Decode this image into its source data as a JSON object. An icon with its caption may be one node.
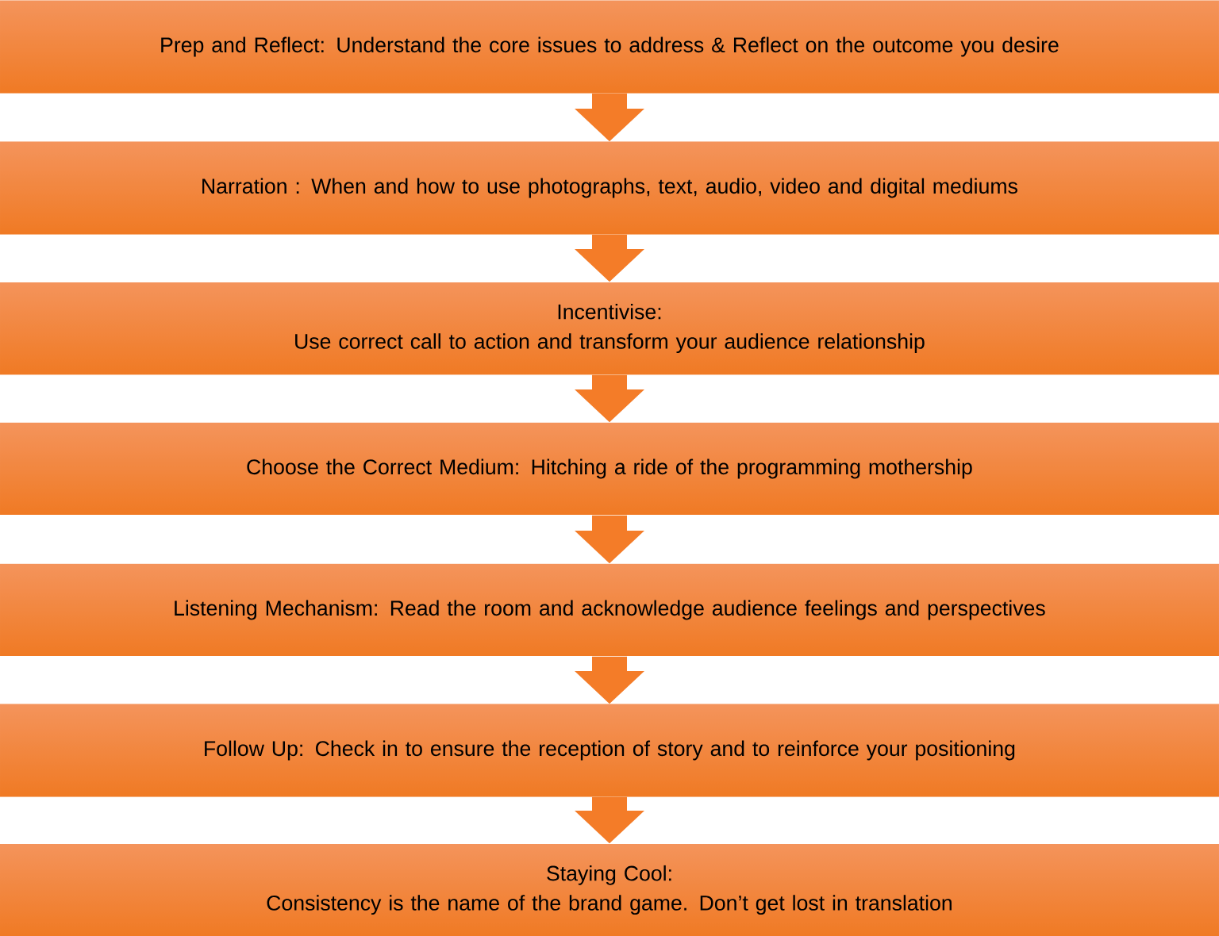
{
  "diagram": {
    "nodes": [
      {
        "text": [
          "Prep and Reflect: Understand the core issues to address &  Reflect on the outcome you desire"
        ]
      },
      {
        "text": [
          "Narration :  When and how to use photographs, text, audio, video and digital mediums"
        ]
      },
      {
        "text": [
          "Incentivise:",
          "Use correct call to action and transform your audience relationship"
        ]
      },
      {
        "text": [
          "Choose the Correct Medium:  Hitching a ride of the programming mothership"
        ]
      },
      {
        "text": [
          "Listening Mechanism: Read the room and acknowledge audience feelings and perspectives"
        ]
      },
      {
        "text": [
          "Follow Up: Check in to ensure the reception of story and to reinforce your positioning"
        ]
      },
      {
        "text": [
          "Staying Cool:",
          "Consistency is the name of the brand game. Don’t get lost in translation"
        ]
      }
    ],
    "edges": [
      {
        "from": 0,
        "to": 1,
        "arrow": "to"
      },
      {
        "from": 1,
        "to": 2,
        "arrow": "to"
      },
      {
        "from": 2,
        "to": 3,
        "arrow": "to"
      },
      {
        "from": 3,
        "to": 4,
        "arrow": "to"
      },
      {
        "from": 4,
        "to": 5,
        "arrow": "to"
      },
      {
        "from": 5,
        "to": 6,
        "arrow": "to"
      }
    ]
  }
}
